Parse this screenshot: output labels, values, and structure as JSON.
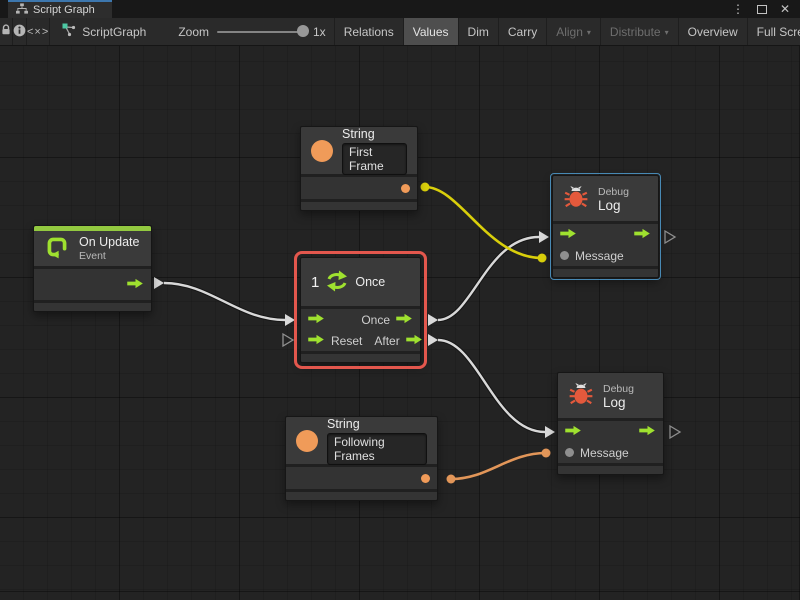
{
  "window": {
    "tab_label": "Script Graph",
    "controls": {
      "menu_glyph": "⋮",
      "close_glyph": "✕"
    }
  },
  "toolbar": {
    "code_icon_glyph": "<×>",
    "graph_name": "ScriptGraph",
    "zoom_label": "Zoom",
    "zoom_value": "1x",
    "dropdown_glyph": "▾",
    "buttons": {
      "relations": "Relations",
      "values": "Values",
      "dim": "Dim",
      "carry": "Carry",
      "align": "Align",
      "distribute": "Distribute",
      "overview": "Overview",
      "full_screen": "Full Screen"
    }
  },
  "graph": {
    "nodes": {
      "string_first": {
        "title": "String",
        "value": "First Frame"
      },
      "on_update": {
        "title": "On Update",
        "subtitle": "Event"
      },
      "once": {
        "badge": "1",
        "title": "Once",
        "in_reset_label": "Reset",
        "out_once_label": "Once",
        "out_after_label": "After"
      },
      "debug_log_top": {
        "subtitle": "Debug",
        "title": "Log",
        "message_label": "Message"
      },
      "debug_log_bottom": {
        "subtitle": "Debug",
        "title": "Log",
        "message_label": "Message"
      },
      "string_following": {
        "title": "String",
        "value": "Following Frames"
      }
    },
    "connections": [
      {
        "from": "on-update.exit",
        "to": "once.enter",
        "color": "#d8d8d8"
      },
      {
        "from": "once.once",
        "to": "debug-log-top.enter",
        "color": "#d8d8d8"
      },
      {
        "from": "once.after",
        "to": "debug-log-bottom.enter",
        "color": "#d8d8d8"
      },
      {
        "from": "string-first.output",
        "to": "debug-log-top.message",
        "color": "#d9cf0b"
      },
      {
        "from": "string-following.output",
        "to": "debug-log-bottom.message",
        "color": "#e29659"
      }
    ]
  },
  "colors": {
    "accent_green": "#9fe12f",
    "accent_orange": "#f09b59",
    "selection_red": "#e3574d",
    "selection_blue": "#4889b4",
    "wire_white": "#d8d8d8",
    "wire_yellow": "#d9cf0b",
    "wire_orange": "#e29659",
    "event_bar_green": "#93c940"
  }
}
